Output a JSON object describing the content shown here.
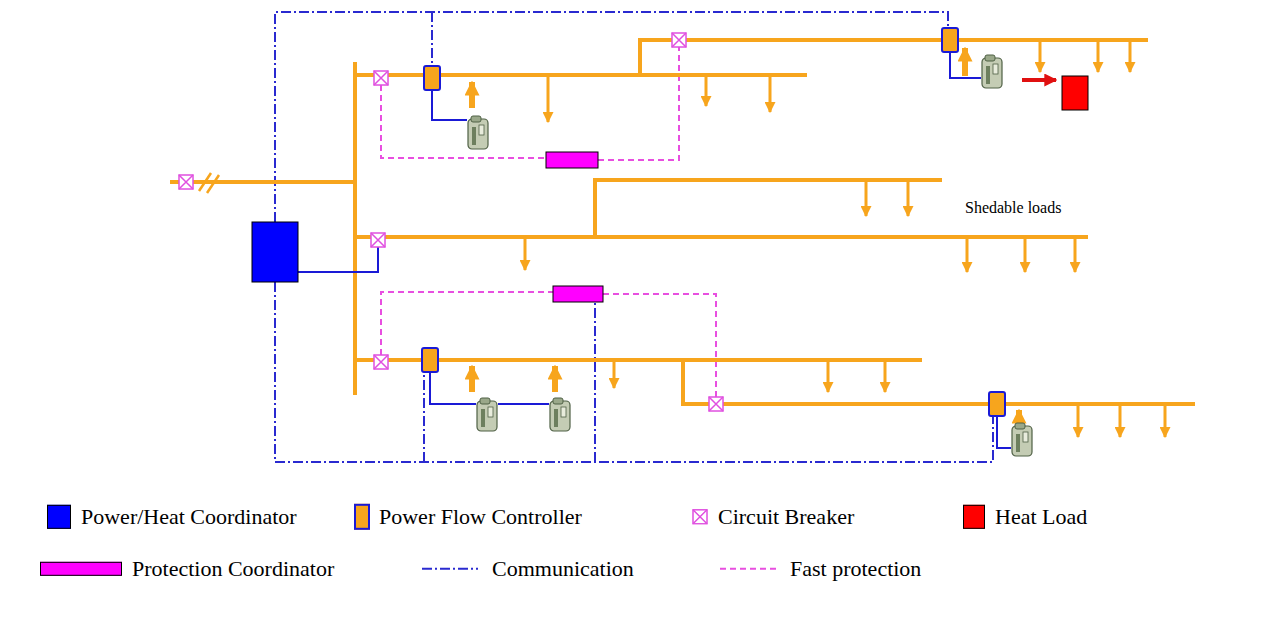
{
  "diagram": {
    "labels": [
      "Shedable loads"
    ],
    "legend": [
      {
        "text": "Power/Heat Coordinator",
        "color": "#0000ff"
      },
      {
        "text": "Power Flow Controller",
        "color": "#f7a51d"
      },
      {
        "text": "Circuit Breaker"
      },
      {
        "text": "Heat Load",
        "color": "#ff0000"
      },
      {
        "text": "Protection Coordinator",
        "color": "#ff00ff"
      },
      {
        "text": "Communication"
      },
      {
        "text": "Fast protection"
      }
    ]
  }
}
